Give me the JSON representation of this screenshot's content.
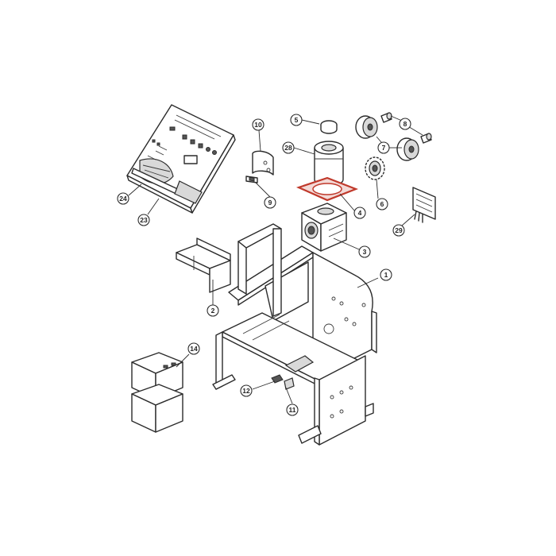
{
  "colors": {
    "line": "#2b2b2b",
    "background": "#ffffff",
    "gasket_highlight": "#c0392b"
  },
  "callouts": [
    {
      "id": "c1",
      "label": "1"
    },
    {
      "id": "c2",
      "label": "2"
    },
    {
      "id": "c3",
      "label": "3"
    },
    {
      "id": "c4",
      "label": "4"
    },
    {
      "id": "c5",
      "label": "5"
    },
    {
      "id": "c6",
      "label": "6"
    },
    {
      "id": "c7",
      "label": "7"
    },
    {
      "id": "c8",
      "label": "8"
    },
    {
      "id": "c9",
      "label": "9"
    },
    {
      "id": "c10",
      "label": "10"
    },
    {
      "id": "c11",
      "label": "11"
    },
    {
      "id": "c12",
      "label": "12"
    },
    {
      "id": "c14",
      "label": "14"
    },
    {
      "id": "c23",
      "label": "23"
    },
    {
      "id": "c24",
      "label": "24"
    },
    {
      "id": "c28",
      "label": "28"
    },
    {
      "id": "c29",
      "label": "29"
    }
  ]
}
